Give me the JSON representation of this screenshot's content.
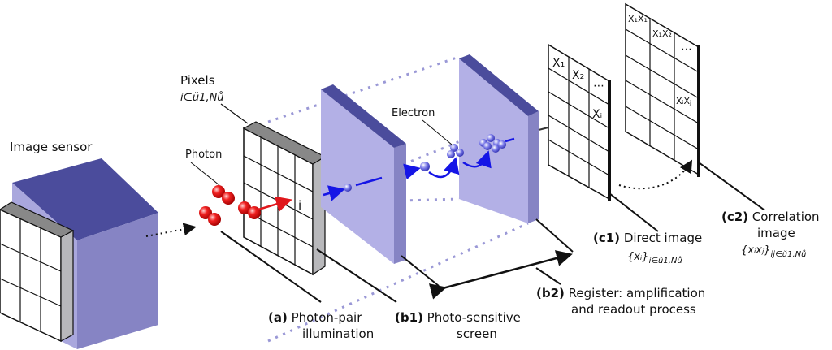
{
  "labels": {
    "image_sensor": "Image sensor",
    "pixels": "Pixels",
    "pixels_index": "i∈ŭ1,Nů",
    "photon": "Photon",
    "pixel_i": "i",
    "electron": "Electron",
    "a_tag": "(a)",
    "a_line1": "Photon-pair",
    "a_line2": "illumination",
    "b1_tag": "(b1)",
    "b1_line1": "Photo-sensitive",
    "b1_line2": "screen",
    "b2_tag": "(b2)",
    "b2_line1": "Register: amplification",
    "b2_line2": "and readout process",
    "c1_tag": "(c1)",
    "c1_line1": "Direct image",
    "c1_formula": "{xᵢ}",
    "c1_sub": "i∈ŭ1,Nů",
    "c2_tag": "(c2)",
    "c2_line1": "Correlation",
    "c2_line2": "image",
    "c2_formula": "{xᵢxⱼ}",
    "c2_sub": "ij∈ŭ1,Nů"
  },
  "direct_grid": {
    "cells": [
      "X₁",
      "X₂",
      "⋯",
      "Xᵢ"
    ]
  },
  "corr_grid": {
    "cells": [
      "X₁X₁",
      "X₁X₂",
      "⋯",
      "XᵢXⱼ"
    ]
  },
  "colors": {
    "plate": "#b3b0e6",
    "plate_edge": "#4b4c9c",
    "photon": "#e0171c",
    "electron": "#1515e6"
  }
}
